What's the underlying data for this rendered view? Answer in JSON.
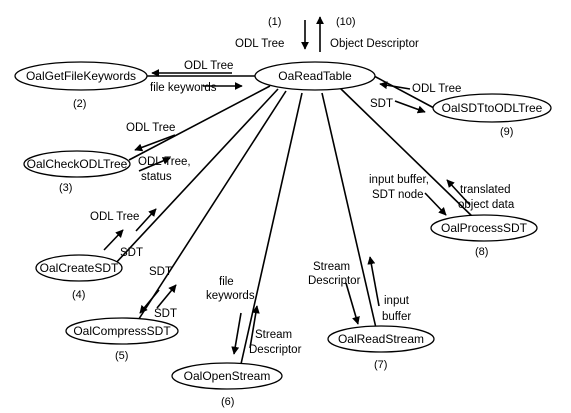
{
  "nodes": {
    "read_table": "OaReadTable",
    "get_file_keywords": "OalGetFileKeywords",
    "check_odl_tree": "OalCheckODLTree",
    "create_sdt": "OalCreateSDT",
    "compress_sdt": "OalCompressSDT",
    "open_stream": "OalOpenStream",
    "read_stream": "OalReadStream",
    "process_sdt": "OalProcessSDT",
    "sdt_to_odl_tree": "OalSDTtoODLTree"
  },
  "numbers": {
    "n1": "(1)",
    "n2": "(2)",
    "n3": "(3)",
    "n4": "(4)",
    "n5": "(5)",
    "n6": "(6)",
    "n7": "(7)",
    "n8": "(8)",
    "n9": "(9)",
    "n10": "(10)"
  },
  "labels": {
    "input_odl_tree": "ODL Tree",
    "output_object_descriptor": "Object Descriptor",
    "gfk_odl_tree": "ODL Tree",
    "gfk_file_keywords": "file keywords",
    "check_odl_tree_in": "ODL Tree",
    "check_result_line1": "ODL Tree,",
    "check_result_line2": "status",
    "create_odl_tree": "ODL Tree",
    "create_sdt": "SDT",
    "compress_sdt_in": "SDT",
    "compress_sdt_out": "SDT",
    "open_keywords_line1": "file",
    "open_keywords_line2": "keywords",
    "open_stream_desc_line1": "Stream",
    "open_stream_desc_line2": "Descriptor",
    "read_stream_desc_line1": "Stream",
    "read_stream_desc_line2": "Descriptor",
    "read_input_line1": "input",
    "read_input_line2": "buffer",
    "process_in_line1": "input buffer,",
    "process_in_line2": "SDT node",
    "process_out_line1": "translated",
    "process_out_line2": "object data",
    "s2o_odl_tree": "ODL Tree",
    "s2o_sdt": "SDT"
  }
}
